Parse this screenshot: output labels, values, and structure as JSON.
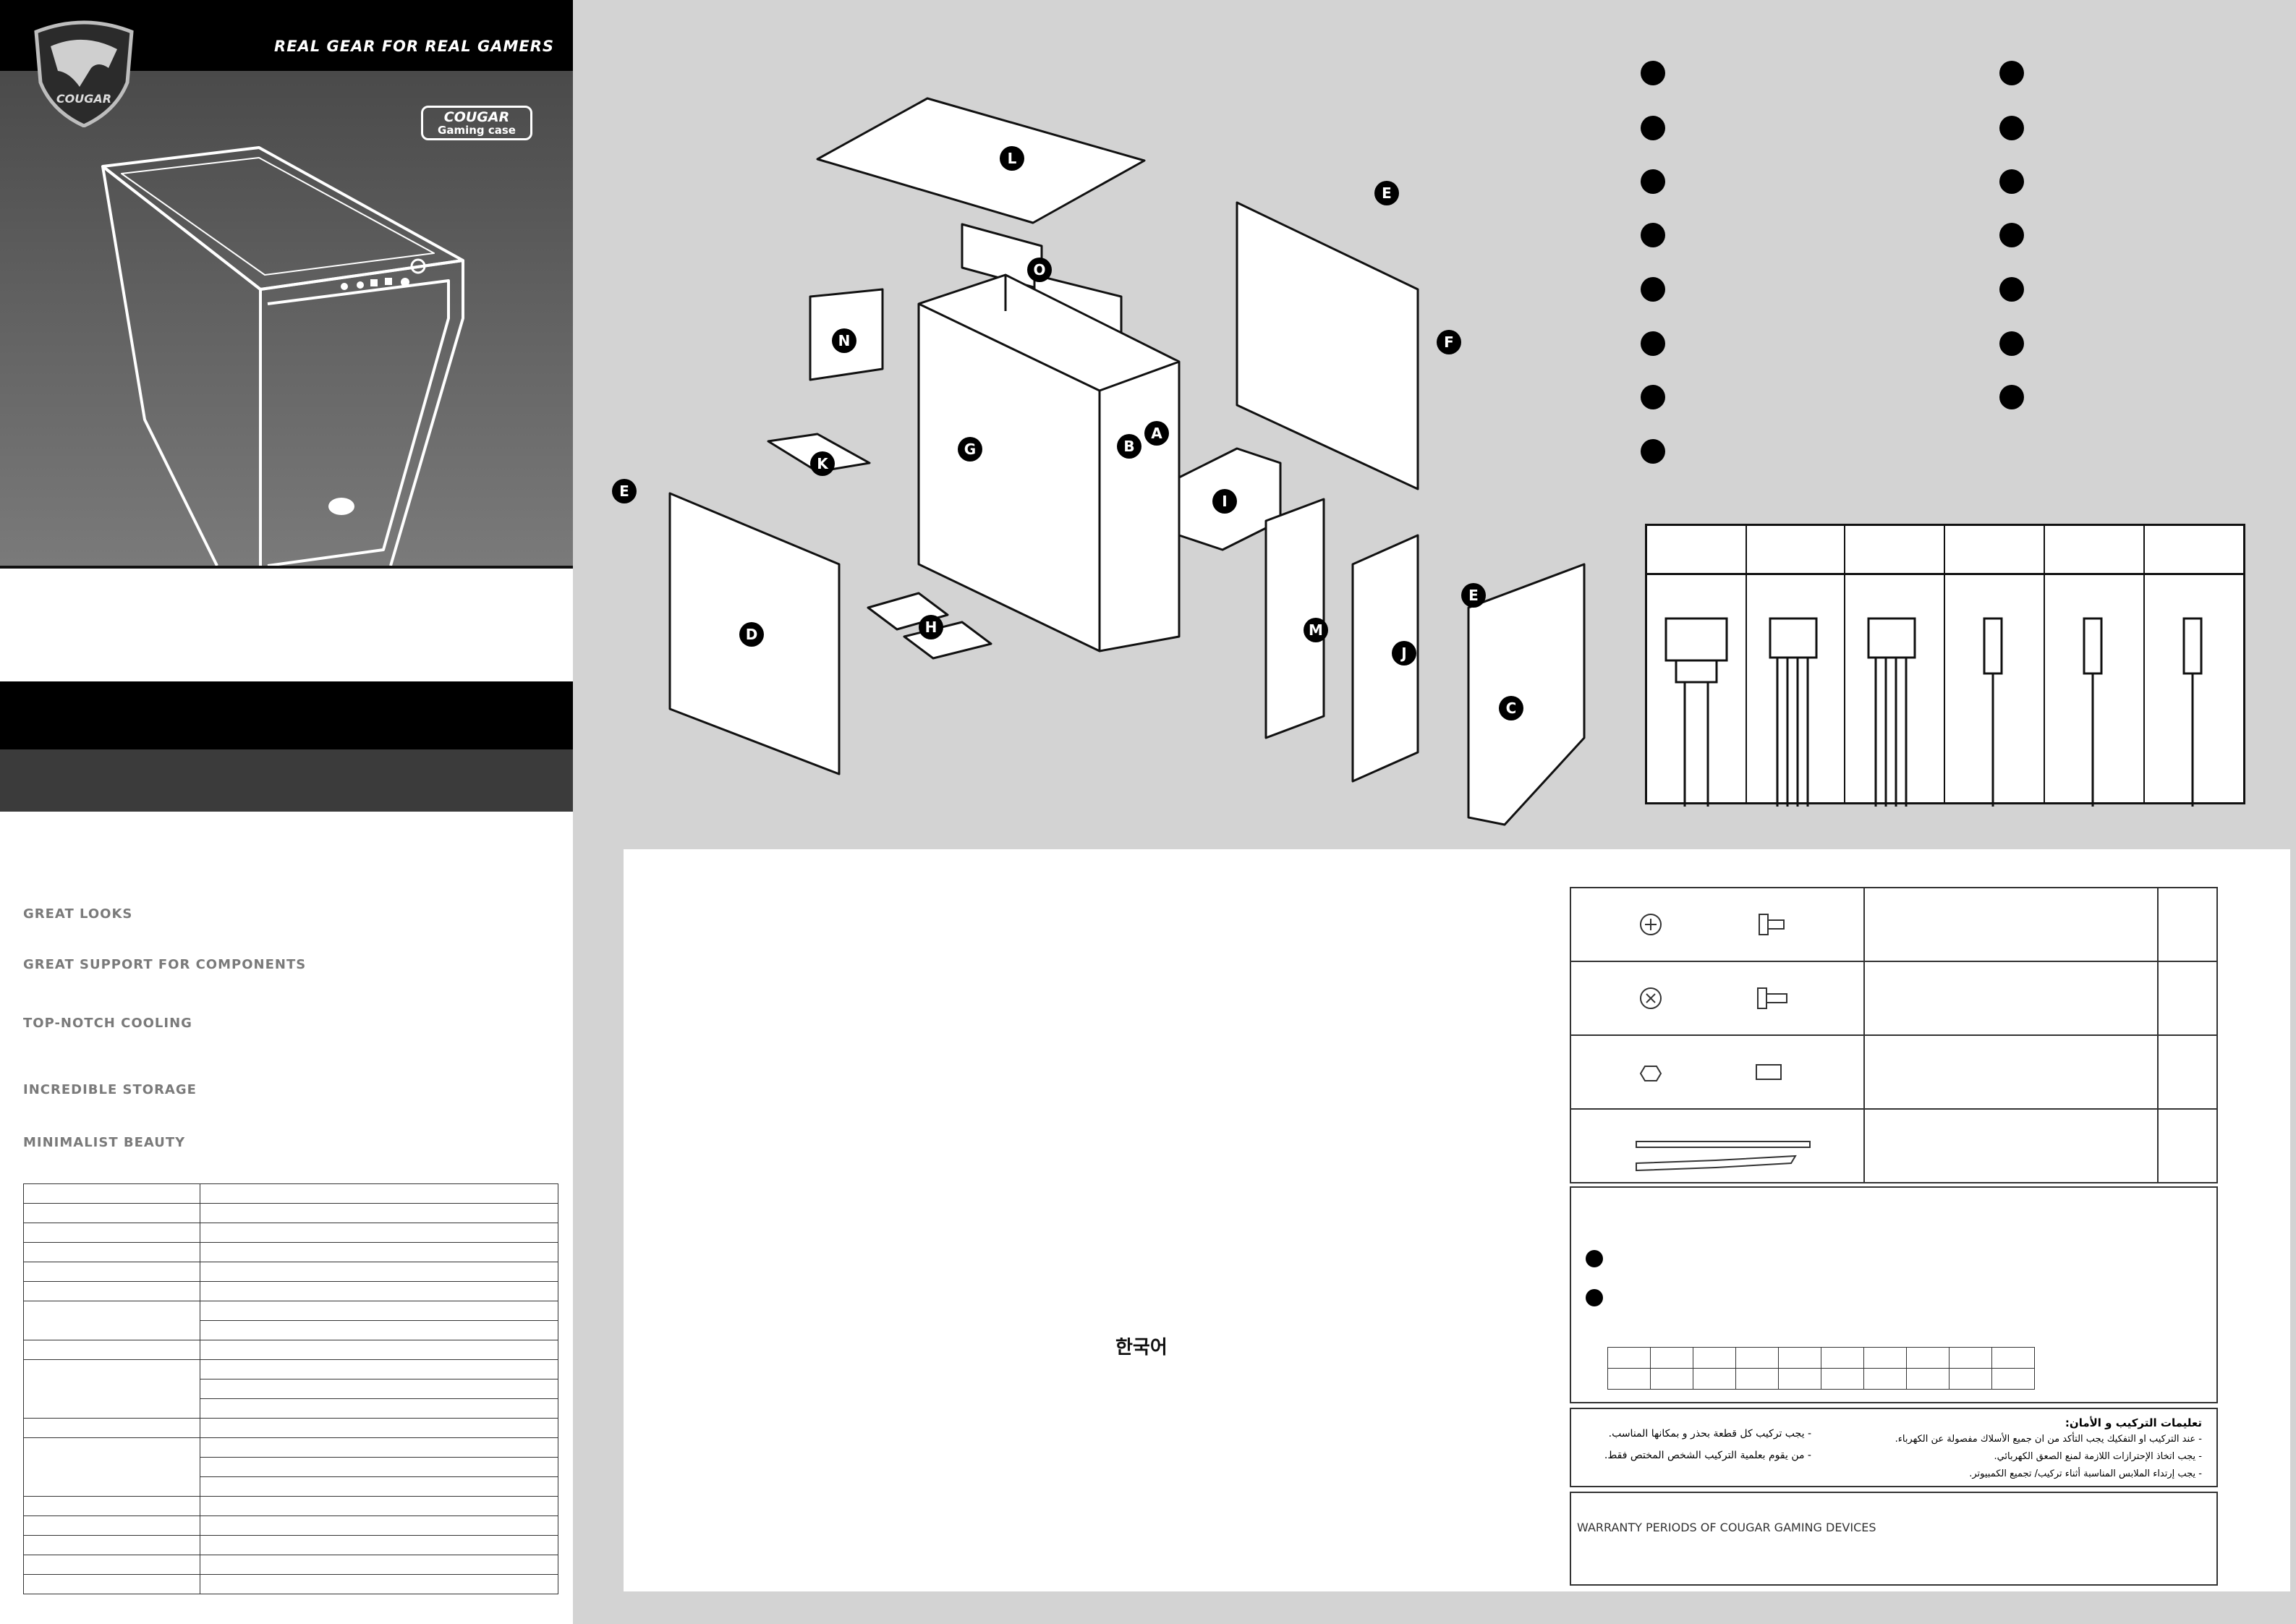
{
  "brand": {
    "tagline": "REAL GEAR FOR REAL GAMERS",
    "logo_text": "COUGAR",
    "badge_line1": "COUGAR",
    "badge_line2": "Gaming case"
  },
  "features": [
    "GREAT LOOKS",
    "GREAT SUPPORT FOR COMPONENTS",
    "TOP-NOTCH COOLING",
    "INCREDIBLE STORAGE",
    "MINIMALIST BEAUTY"
  ],
  "parts": {
    "A": "A",
    "B": "B",
    "C": "C",
    "D": "D",
    "E": "E",
    "F": "F",
    "G": "G",
    "H": "H",
    "I": "I",
    "J": "J",
    "K": "K",
    "L": "L",
    "M": "M",
    "N": "N",
    "O": "O"
  },
  "language_label": "한국어",
  "safety_ar": {
    "title": "تعليمات التركيب و الأمان:",
    "lines_right": [
      "- عند التركيب او التفكيك يجب التأكد من ان جميع الأسلاك مفصولة عن الكهرباء.",
      "- يجب اتخاذ الإحترازات اللازمة لمنع الصعق الكهربائي.",
      "- يجب إرتداء الملابس المناسبة أثناء تركيب/ تجميع الكمبيوتر."
    ],
    "lines_left": [
      "- يجب تركيب كل قطعة بحذر و بمكانها المناسب.",
      "- من يقوم بعلمية التركيب الشخص المختص فقط."
    ]
  },
  "warranty": {
    "title": "WARRANTY PERIODS OF COUGAR GAMING DEVICES"
  },
  "colors": {
    "background": "#d3d3d3",
    "cover_dark": "#000000",
    "accent": "#ffffff"
  }
}
